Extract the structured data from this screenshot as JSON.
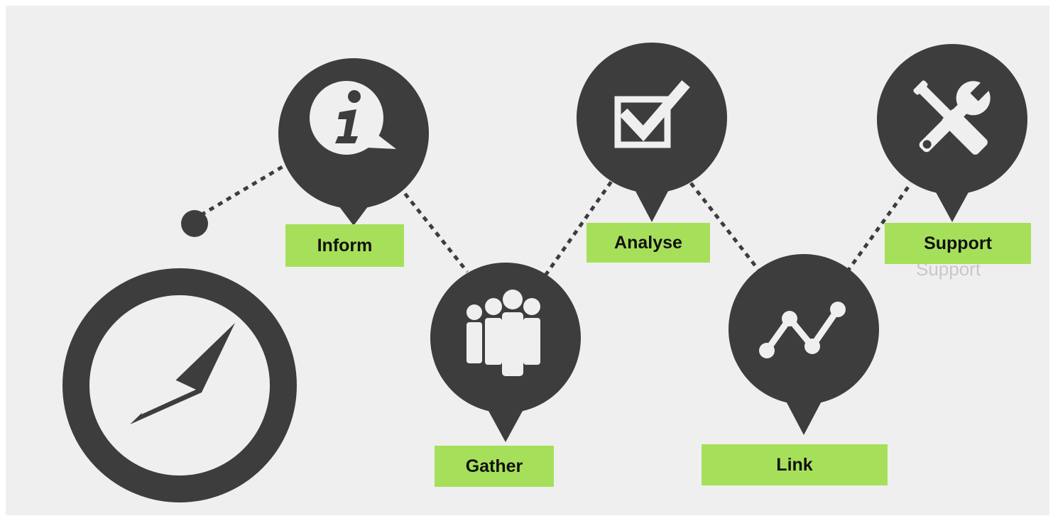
{
  "colors": {
    "background": "#efefef",
    "pin": "#3d3d3d",
    "icon": "#efefef",
    "label_fill": "#a6e05a",
    "label_text": "#111111"
  },
  "steps": [
    {
      "label": "Inform",
      "icon": "info-speech-bubble-icon"
    },
    {
      "label": "Gather",
      "icon": "group-of-people-icon"
    },
    {
      "label": "Analyse",
      "icon": "checkbox-checkmark-icon"
    },
    {
      "label": "Link",
      "icon": "line-graph-icon"
    },
    {
      "label": "Support",
      "icon": "screwdriver-wrench-icon"
    }
  ],
  "start_icon": "compass-icon"
}
